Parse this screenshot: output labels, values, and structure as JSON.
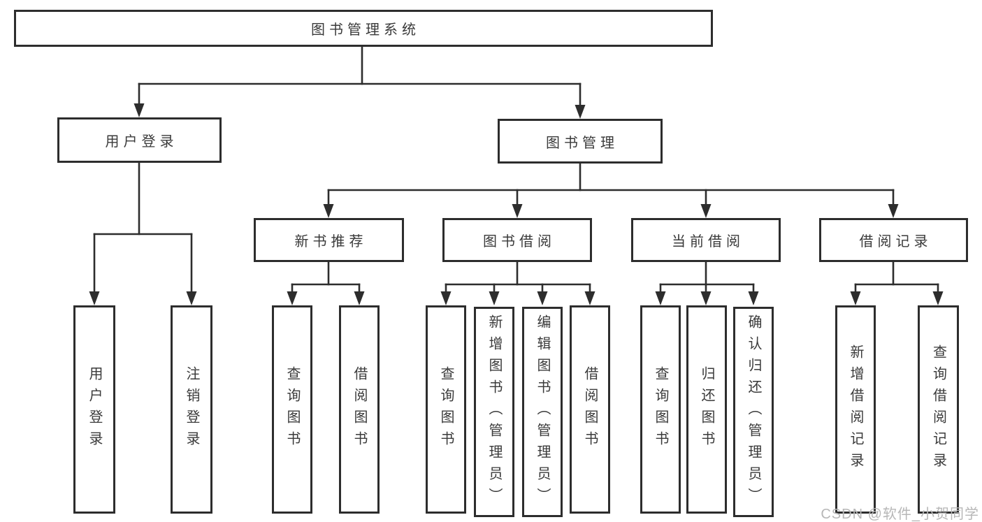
{
  "diagram": {
    "type": "hierarchy-flowchart",
    "colors": {
      "line": "#2d2d2d",
      "box_border": "#2d2d2d",
      "text": "#3a3a3a",
      "background": "#ffffff",
      "watermark": "#b7b7b7"
    },
    "tree": {
      "root": {
        "label": "图书管理系统",
        "children": [
          {
            "label": "用户登录",
            "children": [
              {
                "label": "用户登录"
              },
              {
                "label": "注销登录"
              }
            ]
          },
          {
            "label": "图书管理",
            "children": [
              {
                "label": "新书推荐",
                "children": [
                  {
                    "label": "查询图书"
                  },
                  {
                    "label": "借阅图书"
                  }
                ]
              },
              {
                "label": "图书借阅",
                "children": [
                  {
                    "label": "查询图书"
                  },
                  {
                    "label": "新增图书（管理员）"
                  },
                  {
                    "label": "编辑图书（管理员）"
                  },
                  {
                    "label": "借阅图书"
                  }
                ]
              },
              {
                "label": "当前借阅",
                "children": [
                  {
                    "label": "查询图书"
                  },
                  {
                    "label": "归还图书"
                  },
                  {
                    "label": "确认归还（管理员）"
                  }
                ]
              },
              {
                "label": "借阅记录",
                "children": [
                  {
                    "label": "新增借阅记录"
                  },
                  {
                    "label": "查询借阅记录"
                  }
                ]
              }
            ]
          }
        ]
      }
    }
  },
  "watermark": {
    "text": "CSDN @软件_小贺同学"
  }
}
